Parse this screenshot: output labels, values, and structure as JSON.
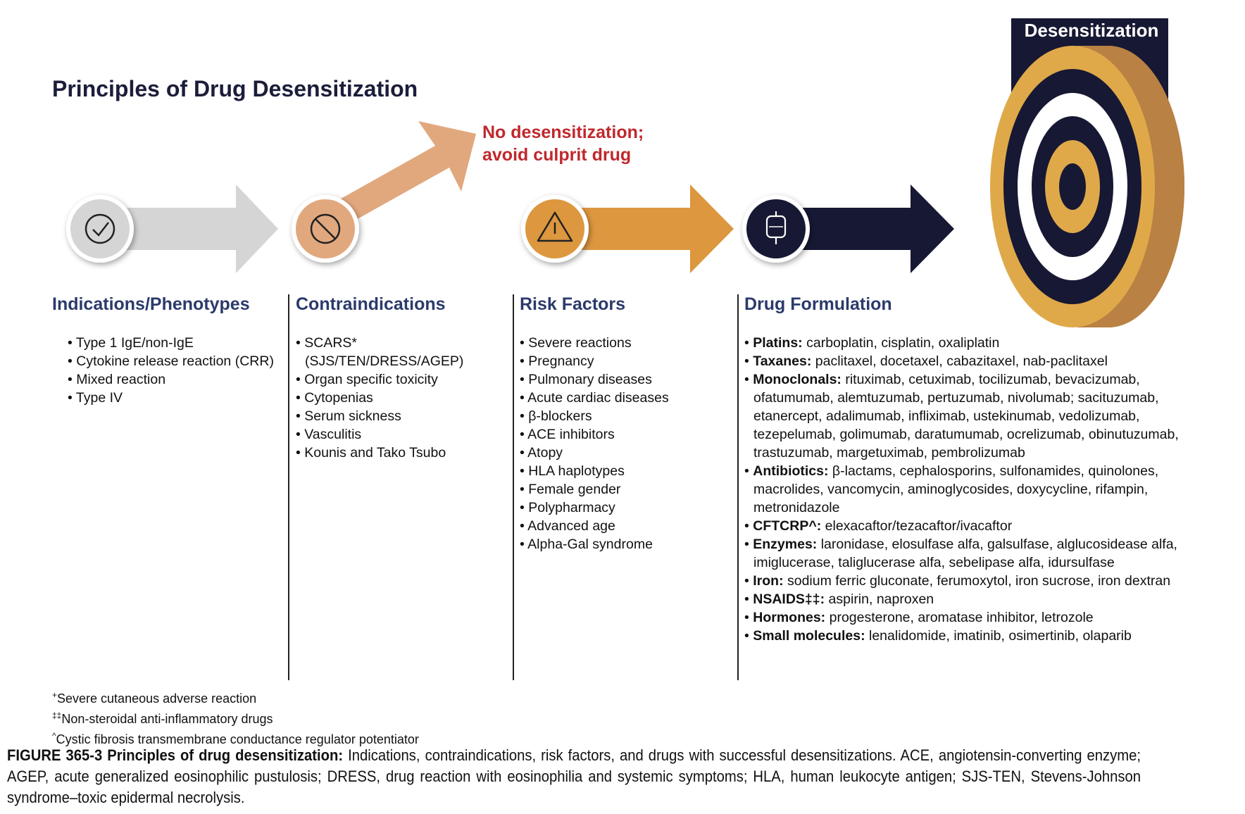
{
  "title": "Principles of Drug Desensitization",
  "target_label": "Desensitization",
  "no_desensitization": [
    "No desensitization;",
    "avoid culprit drug"
  ],
  "icons": [
    "check-circle-icon",
    "prohibited-icon",
    "warning-triangle-icon",
    "iv-bag-icon",
    "target-icon"
  ],
  "colors": {
    "gray": "#d5d5d5",
    "peach": "#e1a87e",
    "orange": "#dc973f",
    "navy": "#171833",
    "gold": "#dfa94a",
    "bronze": "#b98143",
    "red": "#c0282d",
    "header": "#2b3a6b"
  },
  "columns": [
    {
      "heading": "Indications/Phenotypes",
      "items": [
        "Type 1 IgE/non-IgE",
        "Cytokine release reaction (CRR)",
        "Mixed reaction",
        "Type IV"
      ]
    },
    {
      "heading": "Contraindications",
      "items": [
        "SCARS* (SJS/TEN/DRESS/AGEP)",
        "Organ specific toxicity",
        "Cytopenias",
        "Serum sickness",
        "Vasculitis",
        "Kounis and Tako Tsubo"
      ]
    },
    {
      "heading": "Risk Factors",
      "items": [
        "Severe reactions",
        "Pregnancy",
        "Pulmonary diseases",
        "Acute cardiac diseases",
        "β-blockers",
        "ACE inhibitors",
        "Atopy",
        "HLA haplotypes",
        "Female gender",
        "Polypharmacy",
        "Advanced age",
        "Alpha-Gal syndrome"
      ]
    },
    {
      "heading": "Drug Formulation",
      "items": [
        {
          "label": "Platins:",
          "text": " carboplatin, cisplatin, oxaliplatin"
        },
        {
          "label": "Taxanes:",
          "text": " paclitaxel, docetaxel, cabazitaxel, nab-paclitaxel"
        },
        {
          "label": "Monoclonals:",
          "text": " rituximab, cetuximab, tocilizumab, bevacizumab, ofatumumab, alemtuzumab, pertuzumab, nivolumab; sacituzumab, etanercept, adalimumab, infliximab, ustekinumab, vedolizumab, tezepelumab, golimumab, daratumumab, ocrelizumab, obinutuzumab, trastuzumab, margetuximab, pembrolizumab"
        },
        {
          "label": "Antibiotics:",
          "text": " β-lactams, cephalosporins, sulfonamides, quinolones, macrolides, vancomycin, aminoglycosides, doxycycline, rifampin, metronidazole"
        },
        {
          "label": "CFTCRP^:",
          "text": " elexacaftor/tezacaftor/ivacaftor"
        },
        {
          "label": "Enzymes:",
          "text": " laronidase, elosulfase alfa, galsulfase, alglucosidease alfa, imiglucerase, taliglucerase alfa, sebelipase alfa, idursulfase"
        },
        {
          "label": "Iron:",
          "text": " sodium ferric gluconate, ferumoxytol, iron sucrose, iron dextran"
        },
        {
          "label": "NSAIDS‡‡:",
          "text": " aspirin, naproxen"
        },
        {
          "label": "Hormones:",
          "text": " progesterone, aromatase inhibitor, letrozole"
        },
        {
          "label": "Small molecules:",
          "text": " lenalidomide, imatinib, osimertinib, olaparib"
        }
      ]
    }
  ],
  "footnotes": [
    {
      "mark": "+",
      "text": "Severe cutaneous adverse reaction"
    },
    {
      "mark": "‡‡",
      "text": "Non-steroidal anti-inflammatory drugs"
    },
    {
      "mark": "^",
      "text": "Cystic fibrosis transmembrane conductance regulator potentiator"
    }
  ],
  "caption": {
    "label": "FIGURE 365-3  Principles of drug desensitization:",
    "text": " Indications, contraindications, risk factors, and drugs with successful desensitizations. ACE, angiotensin-converting enzyme; AGEP, acute generalized eosinophilic pustulosis; DRESS, drug reaction with eosinophilia and systemic symptoms; HLA, human leukocyte antigen; SJS-TEN, Stevens-Johnson syndrome–toxic epidermal necrolysis."
  }
}
